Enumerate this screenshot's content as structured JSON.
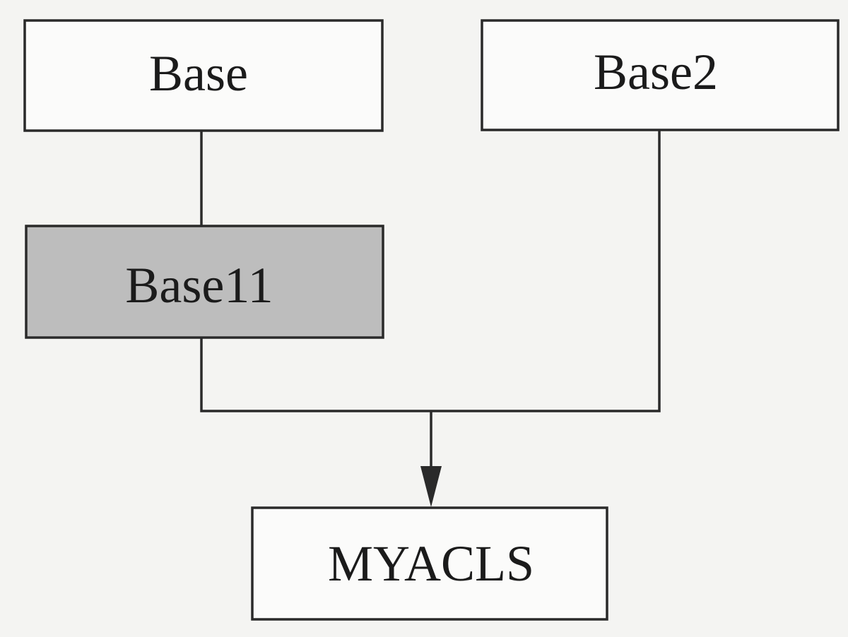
{
  "diagram": {
    "nodes": {
      "base": {
        "label": "Base"
      },
      "base2": {
        "label": "Base2"
      },
      "base11": {
        "label": "Base11",
        "fill": "#bdbdbd"
      },
      "myacls": {
        "label": "MYACLS"
      }
    },
    "edges": [
      {
        "from": "base",
        "to": "base11",
        "arrow": false
      },
      {
        "from": "base11",
        "to": "myacls",
        "arrow": true
      },
      {
        "from": "base2",
        "to": "myacls",
        "arrow": true
      }
    ],
    "colors": {
      "background": "#f4f4f2",
      "stroke": "#2a2a2a",
      "box_fill": "#fbfbfa",
      "highlight_fill": "#bdbdbd"
    }
  }
}
